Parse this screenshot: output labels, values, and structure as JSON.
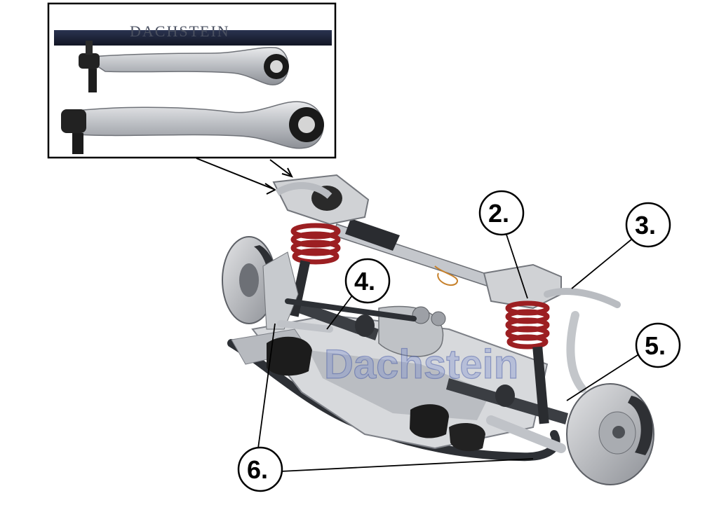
{
  "inset": {
    "brand_strip": "DACHSTEIN"
  },
  "watermark": "Dachstein",
  "callouts": [
    {
      "id": "c2",
      "label": "2."
    },
    {
      "id": "c3",
      "label": "3."
    },
    {
      "id": "c4",
      "label": "4."
    },
    {
      "id": "c5",
      "label": "5."
    },
    {
      "id": "c6",
      "label": "6."
    }
  ],
  "colors": {
    "spring": "#9c1f22",
    "metal": "#c9ccd1",
    "dark_metal": "#3a3d42",
    "rubber": "#1a1a1a"
  }
}
